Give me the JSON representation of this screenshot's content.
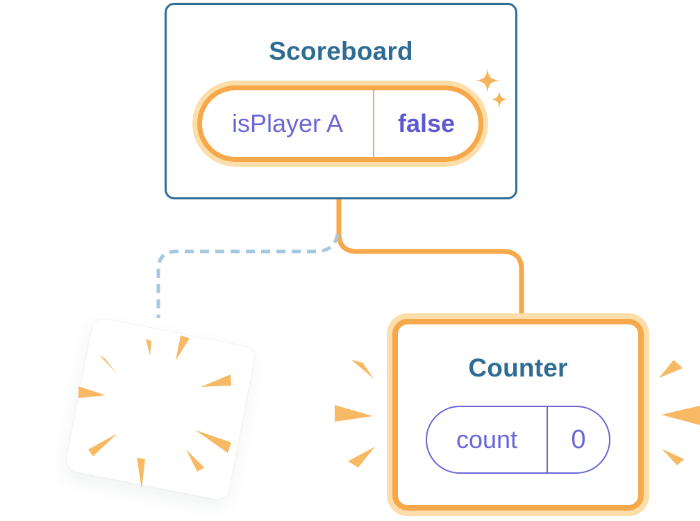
{
  "diagram": {
    "scoreboard_card": {
      "title": "Scoreboard",
      "state_pill": {
        "label": "isPlayer A",
        "value": "false"
      }
    },
    "counter_card": {
      "title": "Counter",
      "state_pill": {
        "label": "count",
        "value": "0"
      }
    },
    "icons": {
      "sparkle": "sparkle-icon",
      "explosion_burst": "explosion-burst-icon",
      "emphasis_burst": "emphasis-burst-icon"
    },
    "colors": {
      "card_border_blue": "#2F6E97",
      "title_text_blue": "#2E6C94",
      "state_orange": "#F6A84A",
      "state_orange_glow": "#FBDEA9",
      "burst_orange": "#F8B964",
      "sparkle_orange": "#F6B45A",
      "state_purple": "#6967D6",
      "state_value_purple": "#5C59D3",
      "removed_link_blue": "#A6C8DE"
    }
  }
}
